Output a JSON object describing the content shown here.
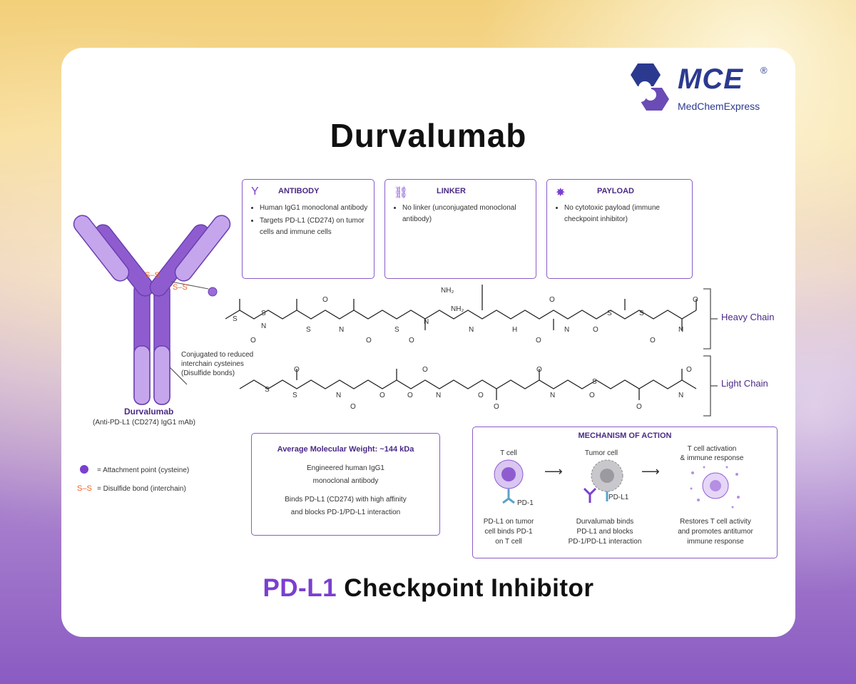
{
  "title": "Durvalumab",
  "subtitle": {
    "accent": "PD-L1",
    "rest": " Checkpoint Inhibitor"
  },
  "logo": {
    "brand": "MCE",
    "registered": "®",
    "sub": "MedChemExpress"
  },
  "antibody_box": {
    "heading": "ANTIBODY",
    "items": [
      "Human IgG1 monoclonal antibody",
      "Targets PD-L1 (CD274) on tumor cells and immune cells"
    ]
  },
  "linker_box": {
    "heading": "LINKER",
    "items": [
      "No linker (unconjugated monoclonal antibody)"
    ]
  },
  "payload_box": {
    "heading": "PAYLOAD",
    "items": [
      "No cytotoxic payload (immune checkpoint inhibitor)"
    ]
  },
  "structure": {
    "heavy_chain": "Heavy Chain",
    "light_chain": "Light Chain",
    "ss_label": "S–S",
    "conjugation_note": "Conjugated to reduced interchain cysteines (Disulfide bonds)",
    "antibody_name": "Durvalumab",
    "antibody_desc": "(Anti-PD-L1 (CD274) IgG1 mAb)",
    "atoms": {
      "s": "S",
      "n": "N",
      "o": "O",
      "nh2": "NH₂",
      "h": "H"
    }
  },
  "legend": {
    "attachment": "= Attachment point (cysteine)",
    "ss_symbol": "S–S",
    "disulfide": "= Disulfide bond (interchain)"
  },
  "mw_box": {
    "heading": "Average Molecular Weight: ~144 kDa",
    "line1": "Engineered human IgG1",
    "line2": "monoclonal antibody",
    "line3": "Binds PD-L1 (CD274) with high affinity",
    "line4": "and blocks PD-1/PD-L1 interaction"
  },
  "moa": {
    "heading": "MECHANISM OF ACTION",
    "step1_title": "T cell",
    "step1_receptor": "PD-1",
    "step1_desc": [
      "PD-L1 on tumor",
      "cell binds PD-1",
      "on T cell"
    ],
    "step2_title": "Tumor cell",
    "step2_receptor": "PD-L1",
    "step2_desc": [
      "Durvalumab binds",
      "PD-L1 and blocks",
      "PD-1/PD-L1 interaction"
    ],
    "step3_title": [
      "T cell activation",
      "& immune response"
    ],
    "step3_desc": [
      "Restores T cell activity",
      "and promotes antitumor",
      "immune response"
    ],
    "arrow": "⟶"
  },
  "colors": {
    "accent": "#7b3fd0",
    "dark_purple": "#4b2a86",
    "ss_orange": "#e8632a",
    "logo_blue": "#2b3a8f"
  }
}
